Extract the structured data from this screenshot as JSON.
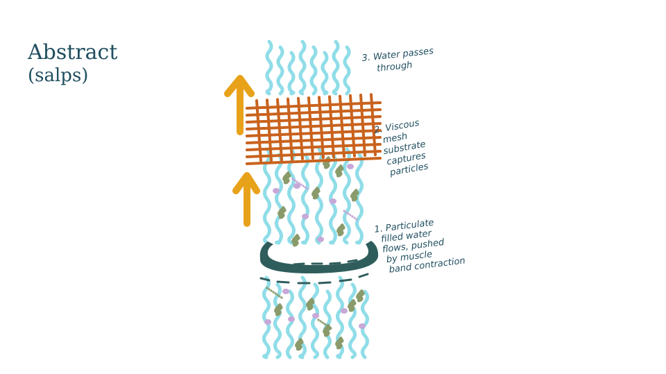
{
  "title": {
    "main": "Abstract",
    "sub": "(salps)"
  },
  "labels": {
    "step3": [
      "3. Water passes",
      "through"
    ],
    "step2": [
      "2. Viscous",
      "mesh",
      "substrate",
      "captures",
      "particles"
    ],
    "step1": [
      "1. Particulate",
      "filled water",
      "flows, pushed",
      "by muscle",
      "band contraction"
    ]
  },
  "colors": {
    "water": "#8fdde8",
    "mesh": "#c9621d",
    "arrow": "#e8a21a",
    "muscle": "#2f5d5c",
    "particle_green": "#8a9a6a",
    "particle_purple": "#c7a8d8",
    "text": "#1f4e5f"
  }
}
